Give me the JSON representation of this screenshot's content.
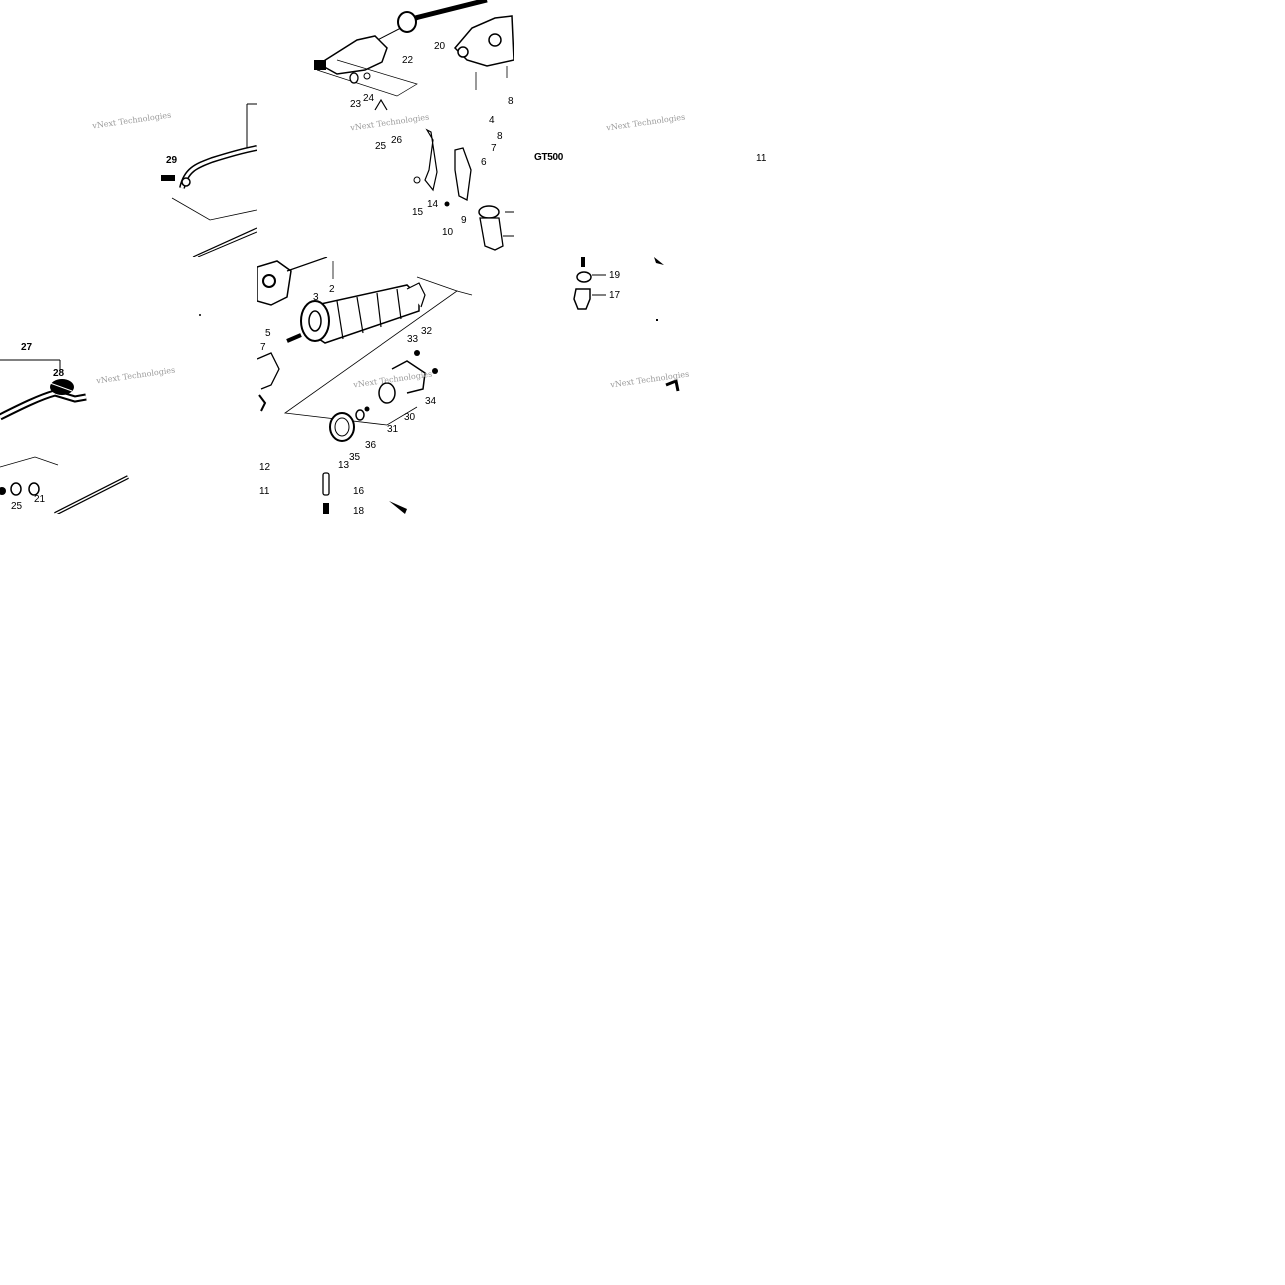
{
  "diagram": {
    "model_label": "GT500",
    "watermark": "vNext Technologies",
    "callouts": {
      "c2": "2",
      "c3": "3",
      "c4": "4",
      "c5": "5",
      "c6": "6",
      "c7": "7",
      "c7b": "7",
      "c8": "8",
      "c8b": "8",
      "c9": "9",
      "c10": "10",
      "c11": "11",
      "c11b": "11",
      "c12": "12",
      "c13": "13",
      "c14": "14",
      "c15": "15",
      "c16": "16",
      "c17": "17",
      "c18": "18",
      "c19": "19",
      "c20": "20",
      "c21": "21",
      "c22": "22",
      "c23": "23",
      "c24": "24",
      "c25": "25",
      "c25b": "25",
      "c26": "26",
      "c27": "27",
      "c28": "28",
      "c29": "29",
      "c30": "30",
      "c31": "31",
      "c32": "32",
      "c33": "33",
      "c34": "34",
      "c35": "35",
      "c36": "36"
    }
  }
}
